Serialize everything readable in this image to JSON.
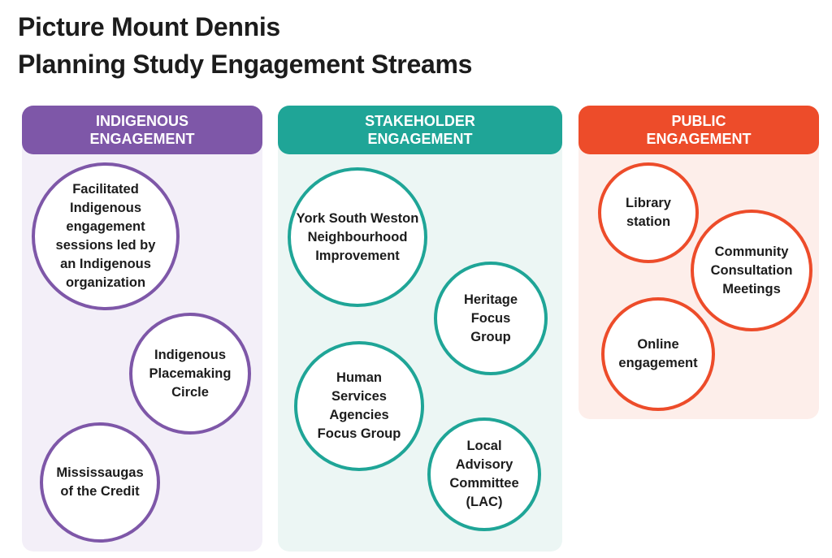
{
  "title": {
    "line1": "Picture Mount Dennis",
    "line2": "Planning Study Engagement Streams"
  },
  "colors": {
    "indigenous": "#7e57a8",
    "stakeholder": "#1fa597",
    "public": "#ed4c2a"
  },
  "columns": [
    {
      "header_line1": "INDIGENOUS",
      "header_line2": "ENGAGEMENT",
      "items": [
        "Facilitated Indigenous engagement sessions led by an Indigenous organization",
        "Indigenous Placemaking Circle",
        "Mississaugas of the Credit"
      ]
    },
    {
      "header_line1": "STAKEHOLDER",
      "header_line2": "ENGAGEMENT",
      "items": [
        "York South Weston Neighbourhood Improvement",
        "Heritage Focus Group",
        "Human Services Agencies Focus Group",
        "Local Advisory Committee (LAC)"
      ]
    },
    {
      "header_line1": "PUBLIC",
      "header_line2": "ENGAGEMENT",
      "items": [
        "Library station",
        "Community Consultation Meetings",
        "Online engagement"
      ]
    }
  ]
}
